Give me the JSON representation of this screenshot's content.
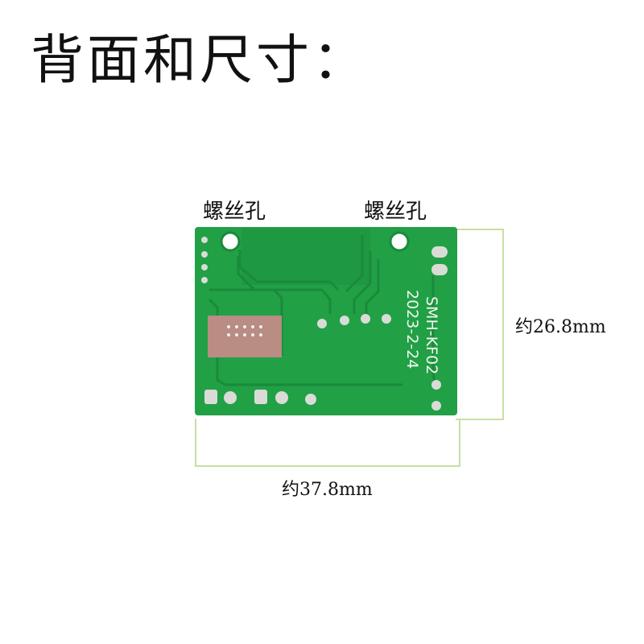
{
  "title": "背面和尺寸：",
  "labels": {
    "screw_hole_left": "螺丝孔",
    "screw_hole_right": "螺丝孔",
    "height_dim": "约26.8mm",
    "width_dim": "约37.8mm"
  },
  "board": {
    "silkscreen_model": "SMH-KF02",
    "silkscreen_date": "2023-2-24",
    "pcb_color": "#21a046",
    "trace_color": "#1a8a3b",
    "pad_color": "#d9dcd6",
    "bracket_color": "#c9dfa2"
  }
}
